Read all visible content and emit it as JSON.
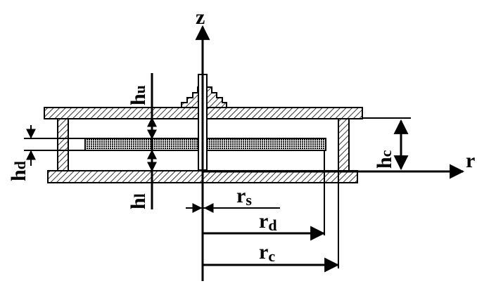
{
  "axes": {
    "z": "z",
    "r": "r"
  },
  "labels": {
    "hu": {
      "main": "h",
      "sub": "u"
    },
    "hd": {
      "main": "h",
      "sub": "d"
    },
    "hl": {
      "main": "h",
      "sub": "l"
    },
    "hc": {
      "main": "h",
      "sub": "c"
    },
    "rs": {
      "main": "r",
      "sub": "s"
    },
    "rd": {
      "main": "r",
      "sub": "d"
    },
    "rc": {
      "main": "r",
      "sub": "c"
    }
  },
  "colors": {
    "ink": "#000000",
    "background": "#ffffff",
    "hatch": "#000000"
  }
}
